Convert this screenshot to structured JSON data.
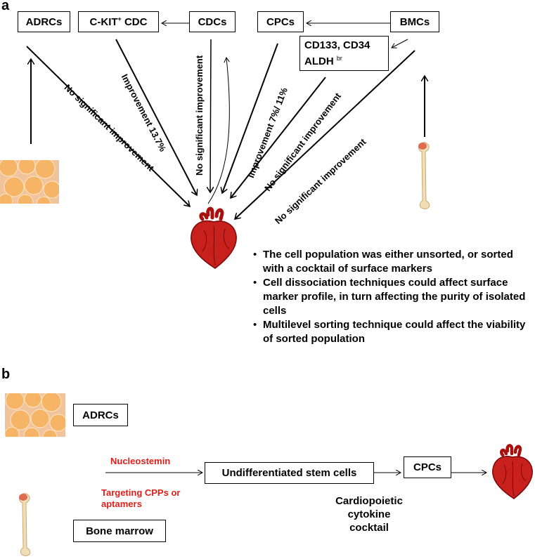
{
  "panel_a": {
    "letter": "a",
    "boxes": {
      "adrcs": "ADRCs",
      "ckit_main": "C-KIT",
      "ckit_sup": "+",
      "ckit_tail": " CDC",
      "cdcs": "CDCs",
      "cpcs": "CPCs",
      "bmcs": "BMCs",
      "markers_line1": "CD133, CD34",
      "markers_line2": "ALDH",
      "markers_sup": "br"
    },
    "arrow_labels": {
      "adrcs": "No significant improvement",
      "ckit": "Improvement 13.7%",
      "cdcs": "No significant improvement",
      "cpcs": "Improvement 7%/ 11%",
      "markers": "No significant improvement",
      "bmcs": "No significant improvement"
    },
    "bullets": [
      "The cell population was either unsorted, or sorted with  a cocktail of surface markers",
      "Cell dissociation techniques could affect surface marker profile, in turn affecting the purity of isolated cells",
      "Multilevel sorting technique could affect the viability of sorted population"
    ]
  },
  "panel_b": {
    "letter": "b",
    "adrcs": "ADRCs",
    "bone_marrow": "Bone marrow",
    "nucleostemin": "Nucleostemin",
    "targeting": "Targeting CPPs or aptamers",
    "undiff": "Undifferentiated stem cells",
    "cpcs": "CPCs",
    "cocktail": "Cardiopoietic cytokine cocktail"
  },
  "colors": {
    "accent_red": "#e0201a",
    "heart": "#c8201c",
    "fat": "#f6b566",
    "bone": "#f2deb4"
  },
  "icons": [
    "adipose-tissue-icon",
    "bone-icon",
    "heart-icon"
  ]
}
